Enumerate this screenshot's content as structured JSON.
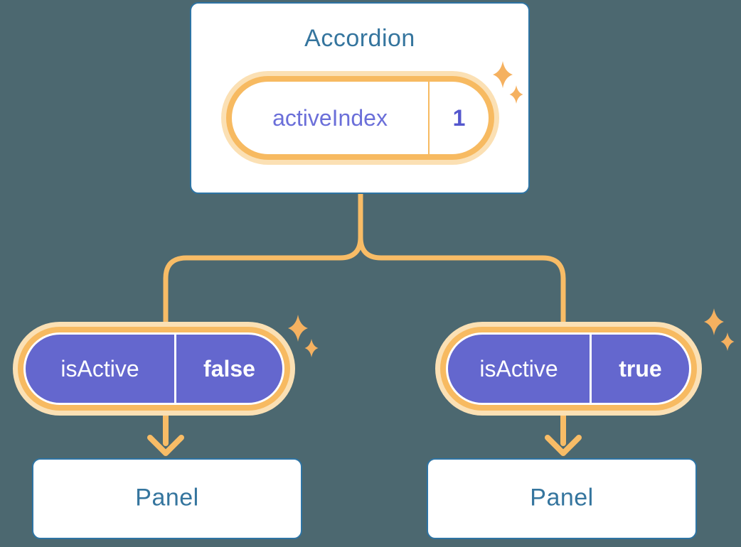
{
  "diagram": {
    "accordion": {
      "title": "Accordion",
      "pill": {
        "label": "activeIndex",
        "value": "1"
      }
    },
    "branches": [
      {
        "pill": {
          "label": "isActive",
          "value": "false"
        },
        "panel": "Panel"
      },
      {
        "pill": {
          "label": "isActive",
          "value": "true"
        },
        "panel": "Panel"
      }
    ],
    "colors": {
      "background": "#4C6870",
      "card_border": "#2E74A4",
      "heading_text": "#35759E",
      "connector_line": "#F8BC66",
      "pill_ring": "#F7BA61",
      "pill_glow": "#FBE0B4",
      "prop_pill_fill": "#6467CE",
      "state_label_text": "#6B6FD9",
      "state_value_text": "#5457CD",
      "prop_pill_text": "#FFFFFF",
      "sparkle": "#F5B160"
    }
  }
}
